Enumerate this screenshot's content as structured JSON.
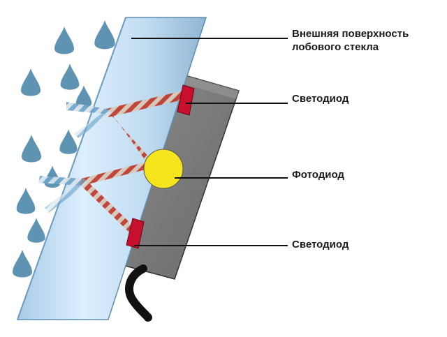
{
  "labels": {
    "windshield_line1": "Внешняя поверхность",
    "windshield_line2": "лобового стекла",
    "led_top": "Светодиод",
    "photodiode": "Фотодиод",
    "led_bottom": "Светодиод"
  },
  "colors": {
    "glass_light": "#dcefff",
    "glass_mid": "#a9cbe6",
    "glass_dark": "#7fa9cc",
    "raindrop": "#5f93b2",
    "housing": "#7c7c7c",
    "housing_dark": "#4a4a4a",
    "led": "#c8102e",
    "photodiode": "#f5e51c",
    "beam_red": "#c0392b",
    "beam_blue": "#6ea5c8",
    "cable": "#111111",
    "callout_line": "#111111"
  },
  "icons": {
    "raindrop": "raindrop-icon",
    "led": "led-icon",
    "photodiode": "photodiode-icon"
  }
}
